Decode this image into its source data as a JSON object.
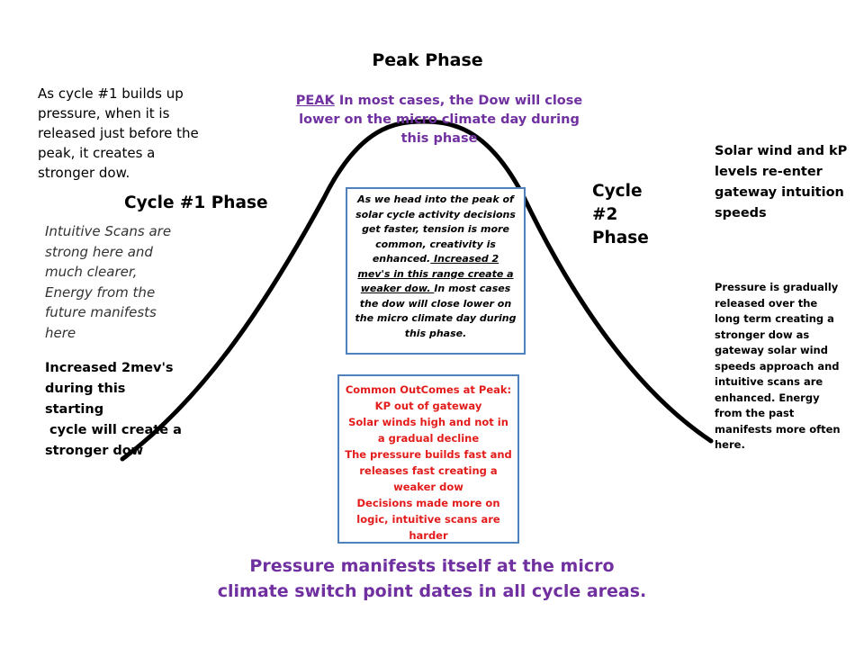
{
  "title": "Peak Phase",
  "peak_note": {
    "label": "PEAK",
    "text": " In most cases, the Dow will close lower on the micro climate day during this phase"
  },
  "cycle1": {
    "intro": "As cycle #1 builds up pressure, when it is released just before the peak, it creates a stronger dow.",
    "label": "Cycle #1  Phase",
    "intuitive": "Intuitive Scans are strong here and much clearer, Energy from the future manifests here",
    "increased_lines": [
      "Increased 2mev's",
      "during this",
      "starting",
      " cycle will create a",
      "stronger dow"
    ]
  },
  "cycle2": {
    "label": "Cycle #2 Phase",
    "solar_wind": "Solar wind and kP levels re-enter gateway intuition speeds",
    "pressure": "Pressure is gradually released over the long term creating a stronger dow as gateway solar wind speeds approach and intuitive scans are enhanced.  Energy from the past manifests more often here."
  },
  "peak_box": {
    "part1": "As we head into the peak of solar cycle activity decisions get faster, tension is more common, creativity is enhanced.",
    "part2": "  Increased 2 mev's in this range create a weaker dow. ",
    "part3": " In most cases the dow will close lower on the micro climate day during this phase."
  },
  "outcomes": {
    "lines": [
      "Common OutComes at Peak: KP out of gateway",
      "Solar winds high and not in a gradual decline",
      "The pressure builds fast and releases fast creating a weaker dow",
      "Decisions made more on logic, intuitive scans are harder"
    ]
  },
  "bottom_note": {
    "line1": "Pressure manifests itself at the micro",
    "line2": "climate switch point dates in all cycle areas."
  },
  "colors": {
    "accent_purple": "#7030a0",
    "box_border": "#4f81bd",
    "outcome_red": "#e31b1b",
    "curve": "#000000"
  }
}
